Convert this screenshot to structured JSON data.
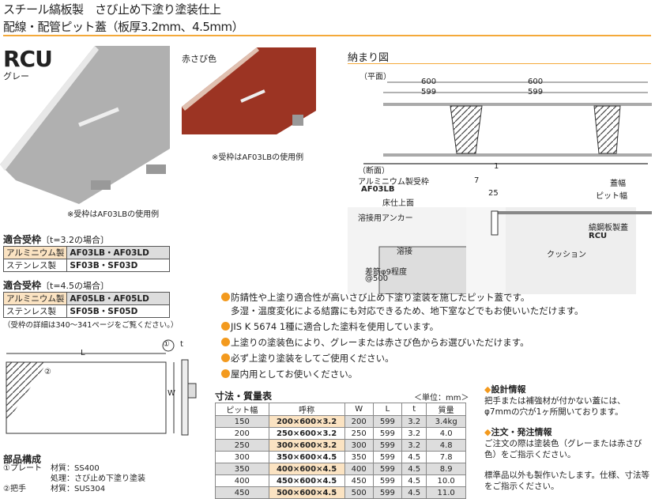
{
  "header": {
    "line1": "スチール縞板製　さび止め下塗り塗装仕上",
    "line2": "配線・配管ピット蓋（板厚3.2mm、4.5mm）"
  },
  "product": {
    "code": "RCU",
    "color_gray": "グレー",
    "color_red": "赤さび色",
    "note_gray": "※受枠はAF03LBの使用例",
    "note_red": "※受枠はAF03LBの使用例"
  },
  "frames": [
    {
      "title": "適合受枠",
      "cond": "〔t=3.2の場合〕",
      "rows": [
        {
          "k": "アルミニウム製",
          "v": "AF03LB・AF03LD"
        },
        {
          "k": "ステンレス製",
          "v": "SF03B・SF03D"
        }
      ]
    },
    {
      "title": "適合受枠",
      "cond": "〔t=4.5の場合〕",
      "rows": [
        {
          "k": "アルミニウム製",
          "v": "AF05LB・AF05LD"
        },
        {
          "k": "ステンレス製",
          "v": "SF05B・SF05D"
        }
      ]
    }
  ],
  "frames_note": "（受枠の詳細は340〜341ページをご覧ください。）",
  "drawing_labels": {
    "L": "L",
    "W": "W",
    "t": "t",
    "p1": "①",
    "p2": "②"
  },
  "parts": {
    "title": "部品構成",
    "rows": [
      {
        "part": "①プレート",
        "attr": "材質：SS400"
      },
      {
        "part": "",
        "attr": "処理：さび止め下塗り塗装"
      },
      {
        "part": "②把手",
        "attr": "材質：SUS304"
      }
    ]
  },
  "section": {
    "title": "納まり図",
    "plan": "（平面）",
    "dim600a": "600",
    "dim600b": "600",
    "dim599a": "599",
    "dim599b": "599",
    "cross": "（断面）",
    "frame_label": "アルミニウム製受枠",
    "frame_code": "AF03LB",
    "floor": "床仕上面",
    "anchor": "溶接用アンカー",
    "weld": "溶接",
    "rebar": "差筋φ9程度",
    "rebar_pitch": "@500",
    "d7": "7",
    "d1": "1",
    "d25": "25",
    "lid_width": "蓋幅",
    "pit_width": "ピット幅",
    "lid_label": "縞鋼板製蓋",
    "lid_code": "RCU",
    "cushion": "クッション"
  },
  "bullets": [
    "防錆性や上塗り適合性が高いさび止め下塗り塗装を施したピット蓋です。",
    "多湿・温度変化による結露にも対応できるため、地下室などでもお使いいただけます。",
    "JIS K 5674 1種に適合した塗料を使用しています。",
    "上塗りの塗装色により、グレーまたは赤さび色からお選びいただけます。",
    "必ず上塗り塗装をしてご使用ください。",
    "屋内用としてお使いください。"
  ],
  "table": {
    "title": "寸法・質量表",
    "unit": "＜単位：mm＞",
    "headers": [
      "ピット幅",
      "呼称",
      "W",
      "L",
      "t",
      "質量"
    ],
    "rows": [
      [
        "150",
        "200×600×3.2",
        "200",
        "599",
        "3.2",
        "3.4kg"
      ],
      [
        "200",
        "250×600×3.2",
        "250",
        "599",
        "3.2",
        "4.0"
      ],
      [
        "250",
        "300×600×3.2",
        "300",
        "599",
        "3.2",
        "4.8"
      ],
      [
        "300",
        "350×600×4.5",
        "350",
        "599",
        "4.5",
        "7.8"
      ],
      [
        "350",
        "400×600×4.5",
        "400",
        "599",
        "4.5",
        "8.9"
      ],
      [
        "400",
        "450×600×4.5",
        "450",
        "599",
        "4.5",
        "10.0"
      ],
      [
        "450",
        "500×600×4.5",
        "500",
        "599",
        "4.5",
        "11.0"
      ]
    ]
  },
  "info": {
    "design_title": "設計情報",
    "design_text1": "把手または補強材が付かない蓋には、",
    "design_text2": "φ7mmの穴が1ヶ所開いております。",
    "order_title": "注文・発注情報",
    "order_text1": "ご注文の際は塗装色（グレーまたは赤さび",
    "order_text2": "色）をご指示ください。",
    "custom1": "標準品以外も製作いたします。仕様、寸法等",
    "custom2": "をご指示ください。"
  },
  "colors": {
    "accent": "#f4a93a",
    "bullet": "#f39a1e",
    "highlight": "#fbe3c2"
  }
}
